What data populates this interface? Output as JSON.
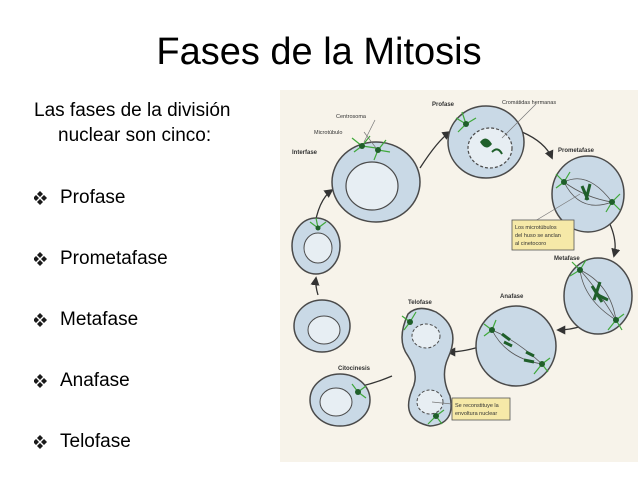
{
  "slide": {
    "title": "Fases de la Mitosis",
    "intro_line1": "Las fases de la división",
    "intro_line2": "nuclear son cinco:",
    "bullets": [
      {
        "label": "Profase"
      },
      {
        "label": "Prometafase"
      },
      {
        "label": "Metafase"
      },
      {
        "label": "Anafase"
      },
      {
        "label": "Telofase"
      }
    ],
    "bullet_icon": "diamond-bullet-icon"
  },
  "figure": {
    "labels": {
      "profase": "Profase",
      "centrosoma": "Centrosoma",
      "cromatidas": "Cromátidas hermanas",
      "microtubulo": "Microtúbulo",
      "interfase": "Interfase",
      "prometafase": "Prometafase",
      "metafase": "Metafase",
      "anafase": "Anafase",
      "telofase": "Telofase",
      "citocinesis": "Citocinesis"
    },
    "callouts": {
      "microtubulos": [
        "Los microtúbulos",
        "del huso se anclan",
        "al cinetocoro"
      ],
      "envoltura": [
        "Se reconstituye la",
        "envoltura nuclear"
      ]
    },
    "colors": {
      "cell_outline": "#4a4a4a",
      "cell_fill": "#c9d9e6",
      "nucleus_fill": "#e7eef3",
      "chromosome": "#1f5f2a",
      "aster": "#3fa83a",
      "arrow": "#333333",
      "callout_fill": "#f6e9a8"
    }
  }
}
